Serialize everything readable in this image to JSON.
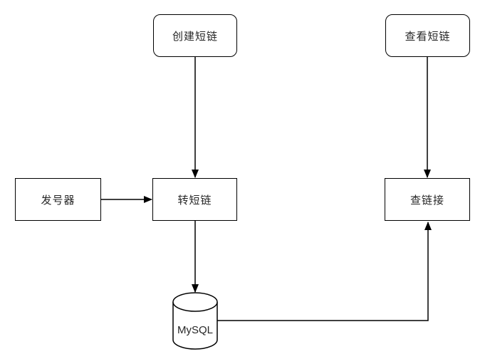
{
  "diagram": {
    "colors": {
      "background": "#ffffff",
      "stroke": "#000000",
      "node_fill": "#ffffff",
      "text": "#262626"
    },
    "nodes": [
      {
        "id": "create-short-link",
        "label": "创建短链",
        "shape": "rounded-rect"
      },
      {
        "id": "view-short-link",
        "label": "查看短链",
        "shape": "rounded-rect"
      },
      {
        "id": "number-generator",
        "label": "发号器",
        "shape": "rect"
      },
      {
        "id": "to-short-link",
        "label": "转短链",
        "shape": "rect"
      },
      {
        "id": "check-link",
        "label": "查链接",
        "shape": "rect"
      },
      {
        "id": "mysql-db",
        "label": "MySQL",
        "shape": "cylinder"
      }
    ],
    "edges": [
      {
        "from": "create-short-link",
        "to": "to-short-link",
        "route": "down"
      },
      {
        "from": "number-generator",
        "to": "to-short-link",
        "route": "right"
      },
      {
        "from": "to-short-link",
        "to": "mysql-db",
        "route": "down"
      },
      {
        "from": "mysql-db",
        "to": "check-link",
        "route": "right-then-up"
      },
      {
        "from": "view-short-link",
        "to": "check-link",
        "route": "down"
      }
    ]
  }
}
